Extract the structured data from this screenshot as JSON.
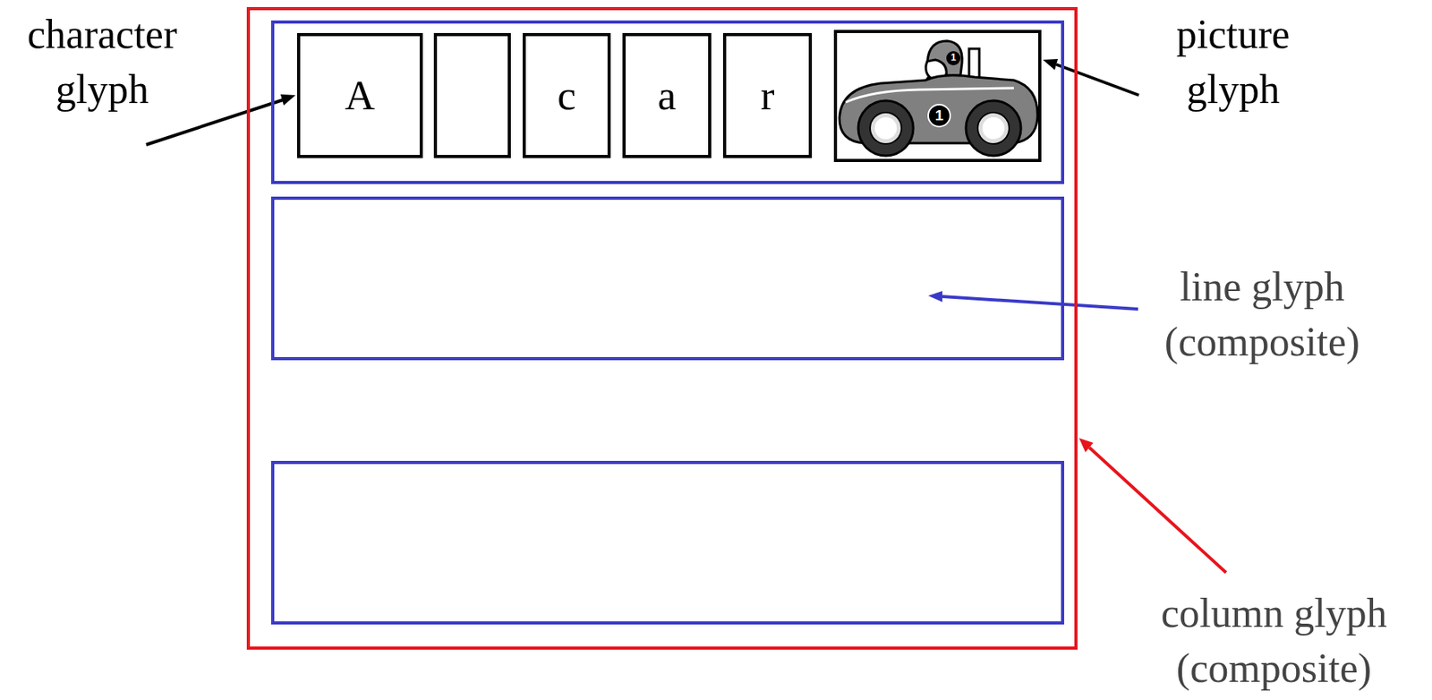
{
  "diagram": {
    "nodes": [
      {
        "text": []
      },
      {
        "text": [],
        "in": 0
      },
      {
        "text": [
          "A"
        ],
        "in": 1
      },
      {
        "text": [],
        "in": 1
      },
      {
        "text": [
          "c"
        ],
        "in": 1
      },
      {
        "text": [
          "a"
        ],
        "in": 1
      },
      {
        "text": [
          "r"
        ],
        "in": 1
      },
      {
        "text": [],
        "in": 1
      },
      {
        "text": [],
        "in": 0
      },
      {
        "text": [],
        "in": 0
      }
    ],
    "labels": [
      "character glyph",
      "picture glyph",
      "line glyph (composite)",
      "column glyph (composite)",
      "1",
      "1"
    ]
  }
}
